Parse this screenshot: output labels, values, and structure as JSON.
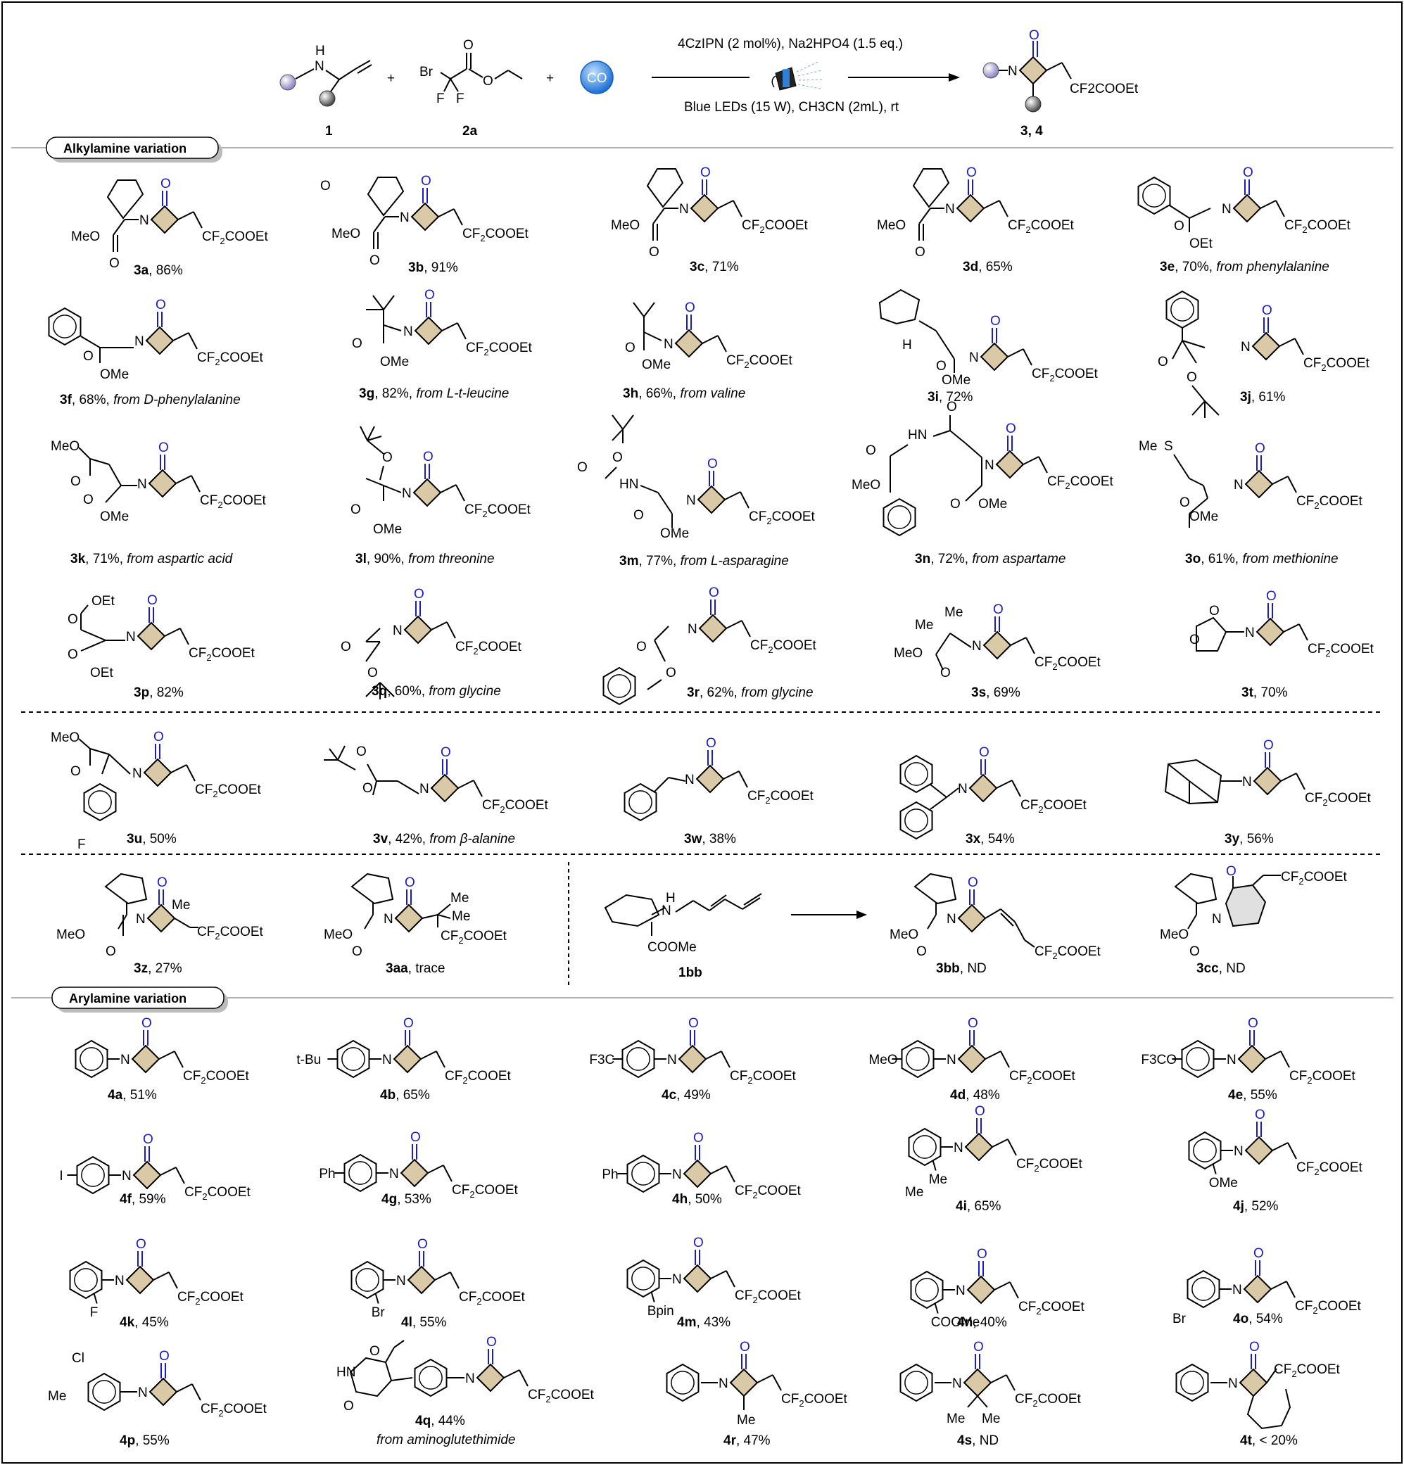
{
  "scheme": {
    "reactants": [
      {
        "id": "1",
        "label": "1"
      },
      {
        "id": "2a",
        "label": "2a",
        "atoms": [
          "Br",
          "F",
          "F",
          "O",
          "O"
        ]
      },
      {
        "id": "co",
        "label": "CO"
      }
    ],
    "plus": "+",
    "conditions_top": "4CzIPN (2 mol%), Na2HPO4 (1.5 eq.)",
    "conditions_bottom": "Blue LEDs (15 W), CH3CN (2mL), rt",
    "product_label": "3, 4",
    "product_oxo": "O",
    "product_N": "N",
    "product_side": "CF2COOEt"
  },
  "sections": {
    "alkylamine": "Alkylamine variation",
    "arylamine": "Arylamine variation"
  },
  "compounds": [
    {
      "id": "3a",
      "yield": ", 86%",
      "note": "",
      "subs": [
        "MeO",
        "O"
      ]
    },
    {
      "id": "3b",
      "yield": ", 91%",
      "note": "",
      "subs": [
        "MeO",
        "O",
        "O"
      ]
    },
    {
      "id": "3c",
      "yield": ", 71%",
      "note": "",
      "subs": [
        "MeO",
        "O"
      ]
    },
    {
      "id": "3d",
      "yield": ", 65%",
      "note": "",
      "subs": [
        "MeO",
        "O"
      ]
    },
    {
      "id": "3e",
      "yield": ", 70%, ",
      "note": "from phenylalanine",
      "subs": [
        "O",
        "OEt"
      ]
    },
    {
      "id": "3f",
      "yield": ", 68%, ",
      "note": "from D-phenylalanine",
      "subs": [
        "O",
        "OMe"
      ]
    },
    {
      "id": "3g",
      "yield": ", 82%, ",
      "note": "from L-t-leucine",
      "subs": [
        "O",
        "OMe"
      ]
    },
    {
      "id": "3h",
      "yield": ", 66%, ",
      "note": "from valine",
      "subs": [
        "O",
        "OMe"
      ]
    },
    {
      "id": "3i",
      "yield": ", 72%",
      "note": "",
      "subs": [
        "H",
        "O",
        "OMe"
      ]
    },
    {
      "id": "3j",
      "yield": ", 61%",
      "note": "",
      "subs": [
        "O",
        "O"
      ]
    },
    {
      "id": "3k",
      "yield": ", 71%, ",
      "note": "from aspartic acid",
      "subs": [
        "MeO",
        "O",
        "O",
        "OMe"
      ]
    },
    {
      "id": "3l",
      "yield": ", 90%, ",
      "note": "from threonine",
      "subs": [
        "O",
        "O",
        "OMe"
      ]
    },
    {
      "id": "3m",
      "yield": ", 77%, ",
      "note": "from L-asparagine",
      "subs": [
        "O",
        "O",
        "HN",
        "O",
        "OMe"
      ]
    },
    {
      "id": "3n",
      "yield": ", 72%, ",
      "note": "from aspartame",
      "subs": [
        "HN",
        "O",
        "O",
        "MeO",
        "O",
        "OMe"
      ]
    },
    {
      "id": "3o",
      "yield": ", 61%, ",
      "note": "from methionine",
      "subs": [
        "Me",
        "S",
        "O",
        "OMe"
      ]
    },
    {
      "id": "3p",
      "yield": ", 82%",
      "note": "",
      "subs": [
        "OEt",
        "O",
        "O",
        "OEt"
      ]
    },
    {
      "id": "3q",
      "yield": ", 60%, ",
      "note": "from glycine",
      "subs": [
        "O",
        "O"
      ]
    },
    {
      "id": "3r",
      "yield": ", 62%, ",
      "note": "from glycine",
      "subs": [
        "O",
        "O"
      ]
    },
    {
      "id": "3s",
      "yield": ", 69%",
      "note": "",
      "subs": [
        "Me",
        "Me",
        "MeO",
        "O"
      ]
    },
    {
      "id": "3t",
      "yield": ", 70%",
      "note": "",
      "subs": [
        "O",
        "O"
      ]
    },
    {
      "id": "3u",
      "yield": ", 50%",
      "note": "",
      "subs": [
        "MeO",
        "O",
        "F"
      ]
    },
    {
      "id": "3v",
      "yield": ", 42%, ",
      "note": "from β-alanine",
      "subs": [
        "O",
        "O"
      ]
    },
    {
      "id": "3w",
      "yield": ", 38%",
      "note": "",
      "subs": []
    },
    {
      "id": "3x",
      "yield": ", 54%",
      "note": "",
      "subs": []
    },
    {
      "id": "3y",
      "yield": ", 56%",
      "note": "",
      "subs": []
    },
    {
      "id": "3z",
      "yield": ", 27%",
      "note": "",
      "subs": [
        "Me",
        "MeO",
        "O"
      ]
    },
    {
      "id": "3aa",
      "yield": ", trace",
      "note": "",
      "subs": [
        "Me",
        "Me",
        "MeO",
        "O"
      ]
    },
    {
      "id": "1bb",
      "yield": "",
      "note": "",
      "subs": [
        "H",
        "N",
        "COOMe"
      ]
    },
    {
      "id": "3bb",
      "yield": ", ND",
      "note": "",
      "subs": [
        "MeO",
        "O"
      ]
    },
    {
      "id": "3cc",
      "yield": ", ND",
      "note": "",
      "subs": [
        "MeO",
        "O",
        "N",
        "O"
      ]
    },
    {
      "id": "4a",
      "yield": ", 51%",
      "note": "",
      "subs": []
    },
    {
      "id": "4b",
      "yield": ", 65%",
      "note": "",
      "subs": [
        "t-Bu"
      ]
    },
    {
      "id": "4c",
      "yield": ", 49%",
      "note": "",
      "subs": [
        "F3C"
      ]
    },
    {
      "id": "4d",
      "yield": ", 48%",
      "note": "",
      "subs": [
        "MeO"
      ]
    },
    {
      "id": "4e",
      "yield": ", 55%",
      "note": "",
      "subs": [
        "F3CO"
      ]
    },
    {
      "id": "4f",
      "yield": ", 59%",
      "note": "",
      "subs": [
        "I"
      ]
    },
    {
      "id": "4g",
      "yield": ", 53%",
      "note": "",
      "subs": [
        "Ph"
      ]
    },
    {
      "id": "4h",
      "yield": ", 50%",
      "note": "",
      "subs": [
        "O",
        "Ph"
      ]
    },
    {
      "id": "4i",
      "yield": ", 65%",
      "note": "",
      "subs": [
        "Me",
        "Me"
      ]
    },
    {
      "id": "4j",
      "yield": ", 52%",
      "note": "",
      "subs": [
        "OMe"
      ]
    },
    {
      "id": "4k",
      "yield": ", 45%",
      "note": "",
      "subs": [
        "F"
      ]
    },
    {
      "id": "4l",
      "yield": ", 55%",
      "note": "",
      "subs": [
        "Br"
      ]
    },
    {
      "id": "4m",
      "yield": ", 43%",
      "note": "",
      "subs": [
        "Bpin"
      ]
    },
    {
      "id": "4n",
      "yield": ", 40%",
      "note": "",
      "subs": [
        "COOMe"
      ]
    },
    {
      "id": "4o",
      "yield": ", 54%",
      "note": "",
      "subs": [
        "Br"
      ]
    },
    {
      "id": "4p",
      "yield": ", 55%",
      "note": "",
      "subs": [
        "Cl",
        "Me"
      ]
    },
    {
      "id": "4q",
      "yield": ", 44%",
      "note": "from aminoglutethimide",
      "subs": [
        "O",
        "HN",
        "O"
      ]
    },
    {
      "id": "4r",
      "yield": ", 47%",
      "note": "",
      "subs": [
        "Me"
      ]
    },
    {
      "id": "4s",
      "yield": ", ND",
      "note": "",
      "subs": [
        "Me",
        "Me"
      ]
    },
    {
      "id": "4t",
      "yield": ", < 20%",
      "note": "",
      "subs": []
    }
  ],
  "common": {
    "oxo": "O",
    "N": "N",
    "side": "CF2COOEt"
  },
  "colors": {
    "carbonyl_O": "#1a1acc",
    "lactam_fill": "#d9c9a6",
    "cc_fill": "#e0e0e0",
    "co_fill": "#1e7fe0",
    "catalyst_ball": "#b0a8d6",
    "ball_dark": "#555555",
    "divider": "#999999"
  }
}
